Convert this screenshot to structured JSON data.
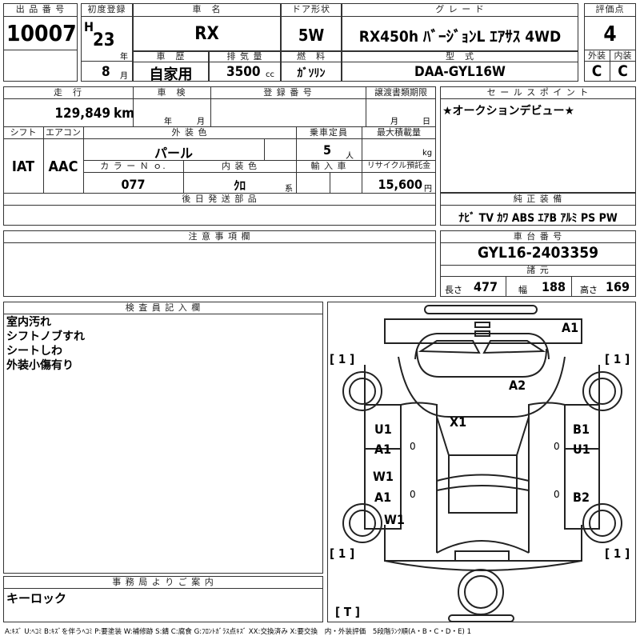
{
  "header": {
    "lot_label": "出 品 番 号",
    "lot_no": "10007",
    "first_reg_label": "初度登録",
    "era": "H",
    "year": "23",
    "year_unit": "年",
    "month": "8",
    "month_unit": "月",
    "name_label": "車　名",
    "name": "RX",
    "history_label": "車　歴",
    "history": "自家用",
    "disp_label": "排 気 量",
    "disp": "3500",
    "disp_unit": "cc",
    "door_label": "ドア形状",
    "door": "5W",
    "fuel_label": "燃　料",
    "fuel": "ｶﾞｿﾘﾝ",
    "grade_label": "グ レ ー ド",
    "grade": "RX450h ﾊﾞｰｼﾞｮﾝL ｴｱｻｽ 4WD",
    "model_label": "型　式",
    "model": "DAA-GYL16W",
    "score_label": "評価点",
    "score": "4",
    "ext_label": "外装",
    "ext": "C",
    "int_label": "内装",
    "int": "C"
  },
  "row2": {
    "mileage_label": "走　行",
    "mileage": "129,849",
    "mileage_unit": "km",
    "inspect_label": "車　検",
    "inspect_year": "年",
    "inspect_month": "月",
    "regno_label": "登 録 番 号",
    "transfer_label": "譲渡書類期限",
    "transfer_month": "月",
    "transfer_day": "日",
    "shift_label": "シフト",
    "shift": "IAT",
    "ac_label": "エアコン",
    "ac": "AAC",
    "color_label": "外 装 色",
    "color": "パール",
    "cap_label": "乗車定員",
    "cap": "5",
    "cap_unit": "人",
    "load_label": "最大積載量",
    "load_unit": "kg",
    "colorno_label": "カ ラ ー Ｎ ｏ.",
    "colorno": "077",
    "intcolor_label": "内 装 色",
    "intcolor": "ｸﾛ",
    "intcolor_unit": "系",
    "import_label": "輸 入 車",
    "recycle_label": "リサイクル預託金",
    "recycle": "15,600",
    "recycle_unit": "円",
    "later_label": "後 日 発 送 部 品"
  },
  "sales": {
    "label": "セ ー ル ス ポ イ ン ト",
    "text": "★オークションデビュー★"
  },
  "equip": {
    "label": "純 正 装 備",
    "items": "ﾅﾋﾞ TV ｶﾜ ABS ｴｱB ｱﾙﾐ PS PW"
  },
  "caution": {
    "label": "注 意 事 項 欄"
  },
  "chassis": {
    "label": "車 台 番 号",
    "number": "GYL16-2403359"
  },
  "dims": {
    "label": "諸 元",
    "len_label": "長さ",
    "len": "477",
    "wid_label": "幅",
    "wid": "188",
    "hei_label": "高さ",
    "hei": "169"
  },
  "inspector": {
    "label": "検 査 員 記 入 欄",
    "lines": [
      "室内汚れ",
      "シフトノブすれ",
      "シートしわ",
      "外装小傷有り"
    ]
  },
  "office": {
    "label": "事 務 局 よ り ご 案 内",
    "text": "キーロック"
  },
  "diagram": {
    "marks": [
      "A1",
      "A2",
      "X1",
      "U1",
      "A1",
      "W1",
      "A1",
      "W1",
      "B1",
      "U1",
      "B2"
    ],
    "tires": [
      "[ 1 ]",
      "[ 1 ]",
      "[ 1 ]",
      "[ 1 ]"
    ],
    "spare": "[ T ]",
    "zeros": [
      "0",
      "0",
      "0",
      "0"
    ]
  },
  "legend": "A:ｷｽﾞ U:ﾍｺﾐ B:ｷｽﾞを伴うﾍｺﾐ P:要塗装 W:補修跡 S:錆 C:腐食 G:ﾌﾛﾝﾄｶﾞﾗｽ点ｷｽﾞ XX:交換済み X:要交換　内・外装評価　5段階ﾗﾝｸ順(A・B・C・D・E) 1"
}
